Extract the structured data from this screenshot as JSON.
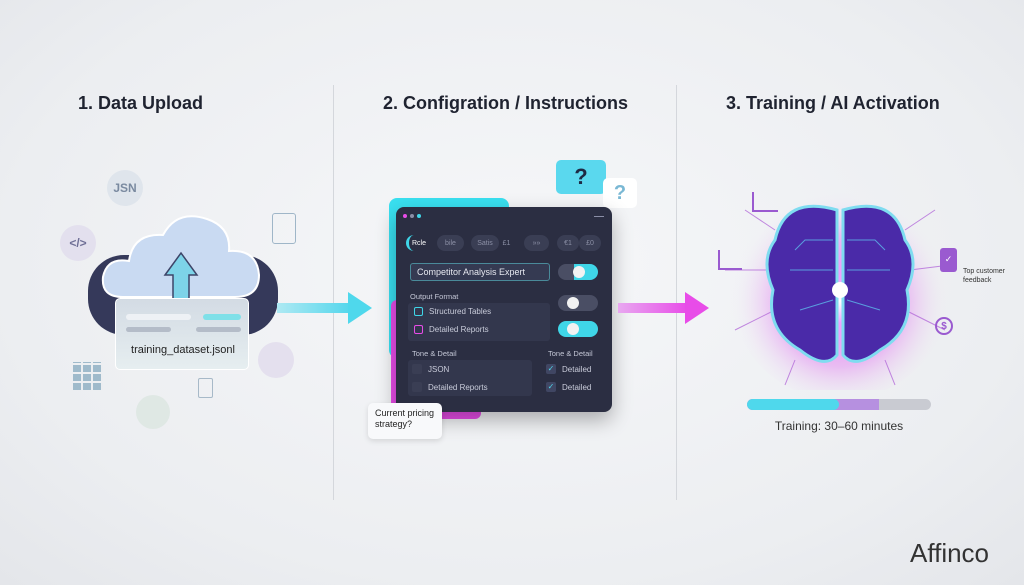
{
  "steps": [
    {
      "title": "1. Data Upload"
    },
    {
      "title": "2. Configration / Instructions"
    },
    {
      "title": "3. Training / AI Activation"
    }
  ],
  "upload": {
    "file_name": "training_dataset.jsonl",
    "json_badge": "JSN",
    "code_badge": "</>"
  },
  "config": {
    "tabs": [
      "Rcle",
      "bile",
      "Satis",
      "£1",
      "»»",
      "€1",
      "£0"
    ],
    "role_value": "Competitor Analysis Expert",
    "output_format_label": "Output Format",
    "output_options": [
      "Structured Tables",
      "Detailed Reports"
    ],
    "tone_label_left": "Tone & Detail",
    "tone_label_right": "Tone & Detail",
    "tone_options": [
      "JSON",
      "Detailed Reports"
    ],
    "detail_checks": [
      "Detailed",
      "Detailed"
    ],
    "question_mark": "?",
    "chat_bubble": "Current pricing strategy?"
  },
  "training": {
    "feedback_label": "Top customer feedback",
    "duration_text": "Training: 30–60 minutes",
    "progress_primary": 0.5,
    "progress_secondary": 0.72,
    "dollar": "$"
  },
  "brand": {
    "logo": "Affinco"
  },
  "colors": {
    "cyan": "#4fd8ec",
    "magenta": "#e84ce8",
    "purple": "#8a4fd8",
    "panel": "#2b2e42"
  }
}
